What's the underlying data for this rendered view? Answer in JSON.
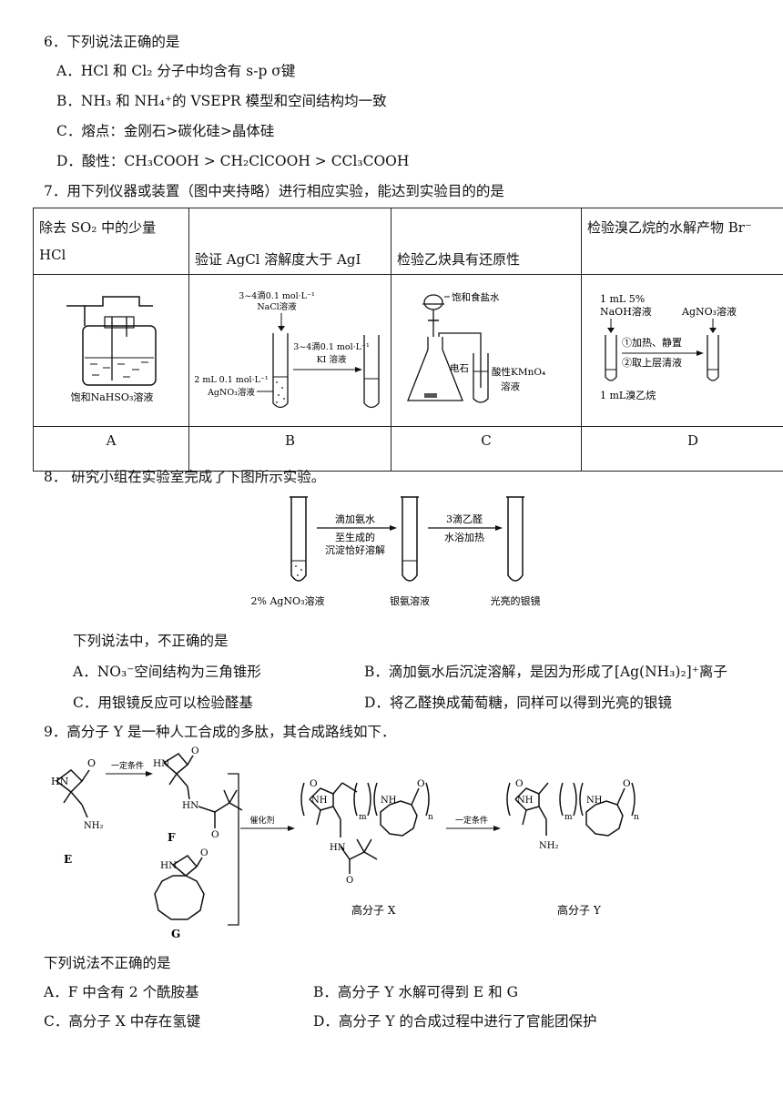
{
  "q6": {
    "stem": "6．下列说法正确的是",
    "options": [
      "A．HCl 和 Cl₂ 分子中均含有 s-p σ键",
      "B．NH₃ 和 NH₄⁺的 VSEPR 模型和空间结构均一致",
      "C．熔点：金刚石>碳化硅>晶体硅",
      "D．酸性：CH₃COOH > CH₂ClCOOH > CCl₃COOH"
    ]
  },
  "q7": {
    "stem": "7．用下列仪器或装置（图中夹持略）进行相应实验，能达到实验目的的是",
    "columns": [
      {
        "title": "除去 SO₂ 中的少量 HCl",
        "letter": "A",
        "labels": [
          "饱和NaHSO₃溶液"
        ]
      },
      {
        "title": "验证 AgCl 溶解度大于 AgI",
        "letter": "B",
        "labels": [
          "3~4滴0.1 mol·L⁻¹",
          "NaCl溶液",
          "3~4滴0.1 mol·L⁻¹",
          "KI 溶液",
          "2 mL 0.1 mol·L⁻¹",
          "AgNO₃溶液"
        ]
      },
      {
        "title": "检验乙炔具有还原性",
        "letter": "C",
        "labels": [
          "饱和食盐水",
          "电石",
          "酸性KMnO₄",
          "溶液"
        ]
      },
      {
        "title": "检验溴乙烷的水解产物 Br⁻",
        "letter": "D",
        "labels": [
          "1 mL 5%",
          "NaOH溶液",
          "AgNO₃溶液",
          "①加热、静置",
          "②取上层清液",
          "1 mL溴乙烷"
        ]
      }
    ]
  },
  "q8": {
    "stem": "8．  研究小组在实验室完成了下图所示实验。",
    "arrow1": [
      "滴加氨水",
      "至生成的",
      "沉淀恰好溶解"
    ],
    "arrow2": [
      "3滴乙醛",
      "水浴加热"
    ],
    "tubes": [
      "2% AgNO₃溶液",
      "银氨溶液",
      "光亮的银镜"
    ],
    "sub_stem": "下列说法中，不正确的是",
    "options": [
      "A．NO₃⁻空间结构为三角锥形",
      "B．滴加氨水后沉淀溶解，是因为形成了[Ag(NH₃)₂]⁺离子",
      "C．用银镜反应可以检验醛基",
      "D．将乙醛换成葡萄糖，同样可以得到光亮的银镜"
    ]
  },
  "q9": {
    "stem": "9．高分子 Y 是一种人工合成的多肽，其合成路线如下．",
    "arrows": [
      "一定条件",
      "催化剂",
      "一定条件"
    ],
    "compounds": [
      "E",
      "F",
      "G",
      "高分子 X",
      "高分子 Y"
    ],
    "sub_stem": "下列说法不正确的是",
    "options": [
      "A．F 中含有 2 个酰胺基",
      "B．高分子 Y 水解可得到 E 和 G",
      "C．高分子 X 中存在氢键",
      "D．高分子 Y 的合成过程中进行了官能团保护"
    ]
  }
}
